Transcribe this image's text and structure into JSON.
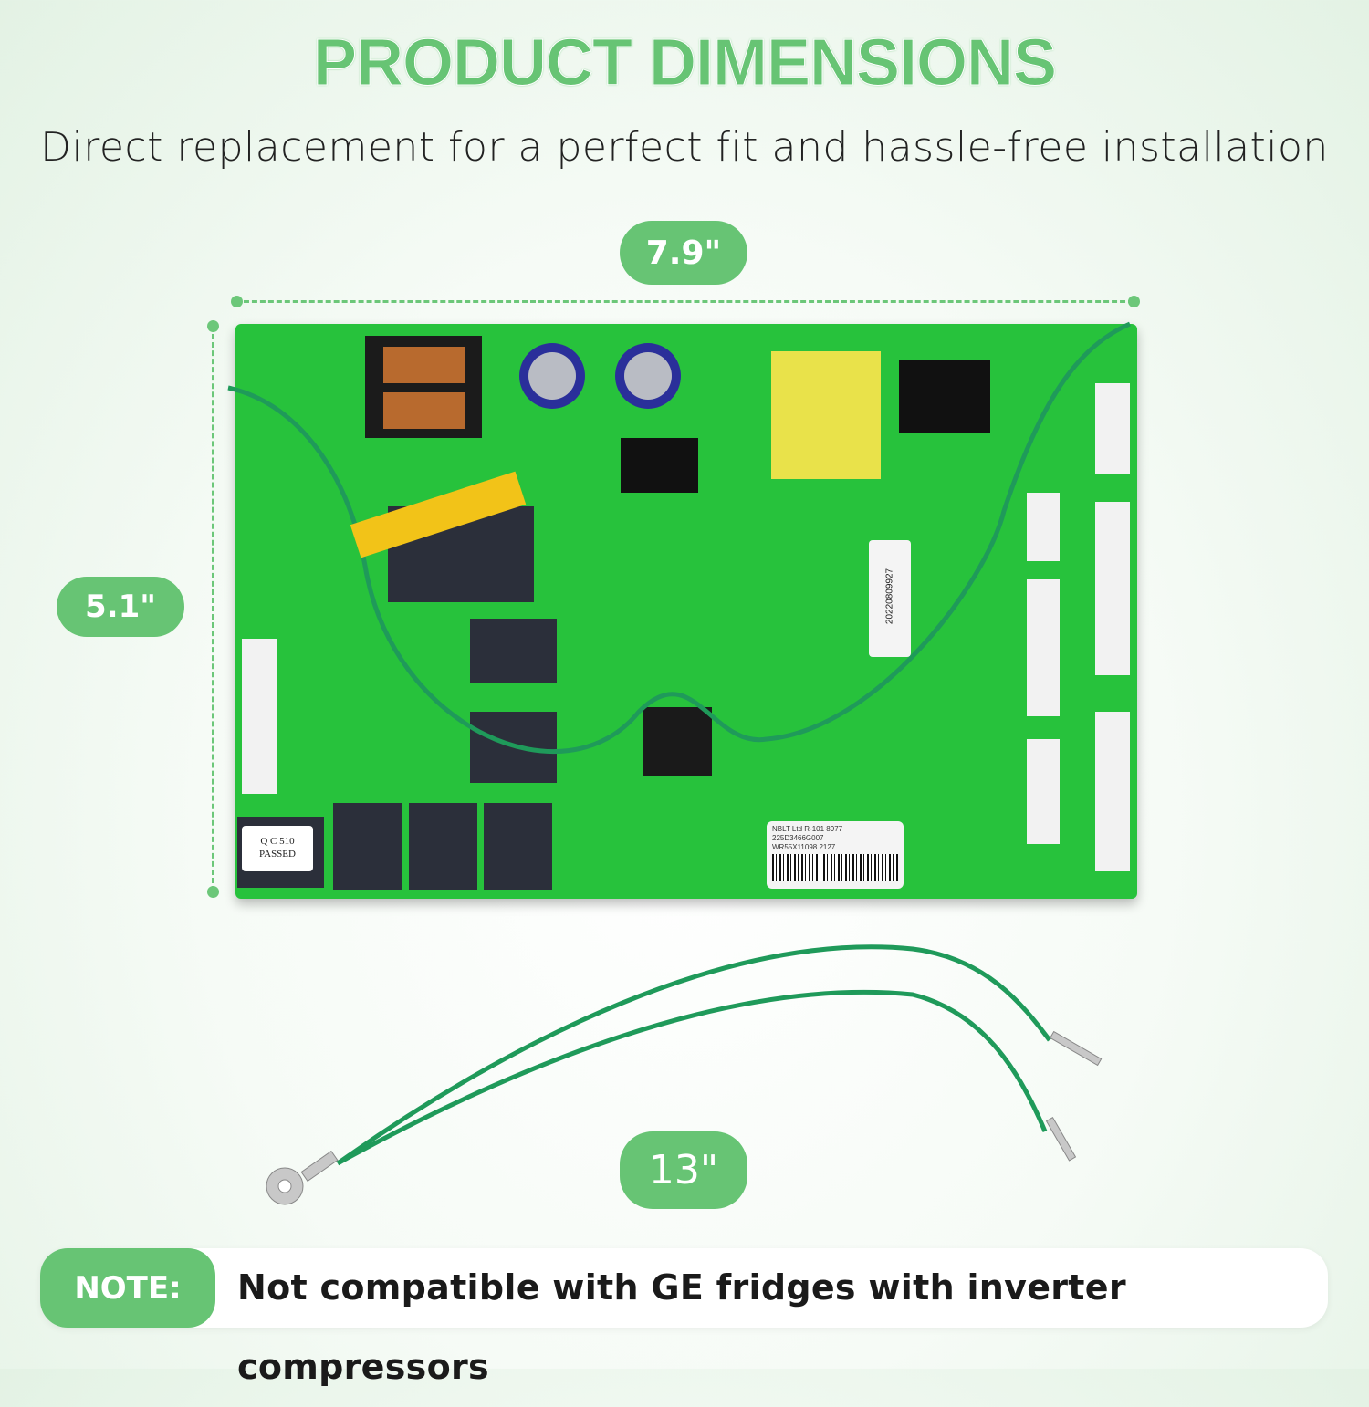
{
  "header": {
    "title": "PRODUCT DIMENSIONS",
    "subtitle": "Direct replacement for a perfect fit and hassle-free installation"
  },
  "dimensions": {
    "width": "7.9\"",
    "height": "5.1\"",
    "wire_length": "13\""
  },
  "board_labels": {
    "label_line1": "NBLT Ltd   R-101   8977",
    "label_line2": "225D3466G007",
    "label_line3": "WR55X11098   2127",
    "vertical_sticker": "20220809927",
    "qc_line1": "Q C 510",
    "qc_line2": "PASSED"
  },
  "note": {
    "tag": "NOTE:",
    "text": "Not compatible with GE fridges with inverter compressors"
  },
  "colors": {
    "accent": "#67c474",
    "board": "#27c23c",
    "wire": "#1f9a5a"
  }
}
